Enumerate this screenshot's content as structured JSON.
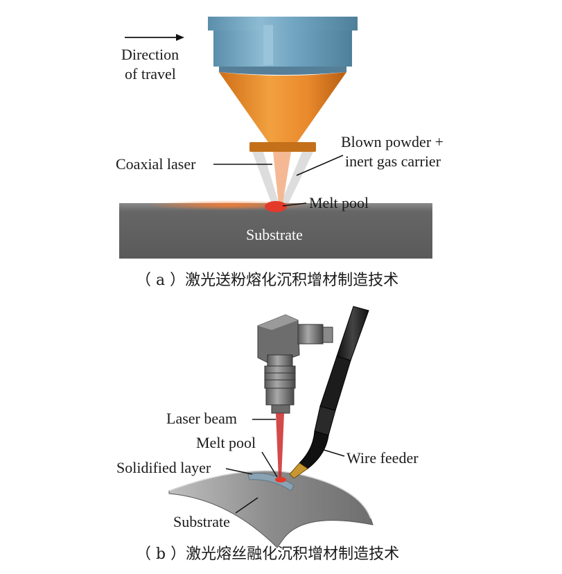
{
  "panel_a": {
    "direction_label_line1": "Direction",
    "direction_label_line2": "of travel",
    "coaxial_laser_label": "Coaxial laser",
    "blown_powder_line1": "Blown powder +",
    "blown_powder_line2": "inert gas carrier",
    "melt_pool_label": "Melt pool",
    "substrate_label": "Substrate",
    "caption": "（ a ）激光送粉熔化沉积增材制造技术"
  },
  "panel_b": {
    "laser_beam_label": "Laser beam",
    "melt_pool_label": "Melt pool",
    "solidified_layer_label": "Solidified layer",
    "wire_feeder_label": "Wire feeder",
    "substrate_label": "Substrate",
    "caption": "（ b ）激光熔丝融化沉积增材制造技术"
  },
  "colors": {
    "nozzle_cap": "#6fa3c0",
    "nozzle_cone": "#e9892c",
    "substrate": "#6b6b6b",
    "laser_beam": "#cc2a2a",
    "melt_pool": "#e43a2a"
  }
}
